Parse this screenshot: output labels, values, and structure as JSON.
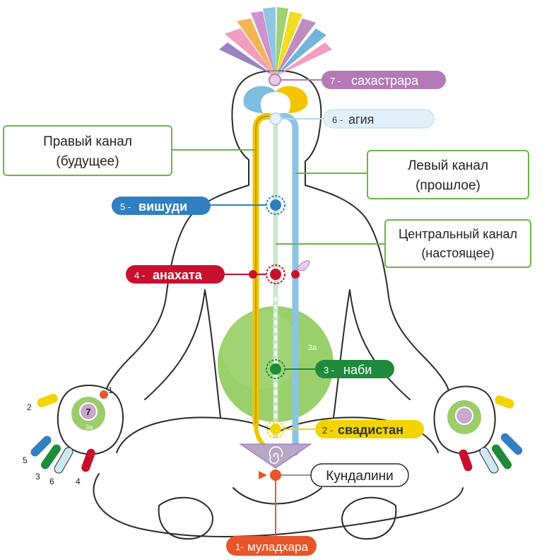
{
  "colors": {
    "right_channel": "#f2c500",
    "left_channel": "#8bc4e6",
    "central_channel": "#c9e7cc",
    "box_border": "#6bb646",
    "sahasrara": "#b479b6",
    "agnya": "#bfe0f0",
    "vishuddhi": "#2f7fc2",
    "anahata": "#c8102e",
    "nabhi": "#1f8a3b",
    "nabhi_sphere": "#8fcb5c",
    "swadhisthan": "#f2d500",
    "mooladhara": "#e8552a",
    "kundalini_triangle": "#b7a6c7"
  },
  "chakras": {
    "sahasrara": {
      "num": "7 -",
      "name": "сахастрара"
    },
    "agnya": {
      "num": "6 -",
      "name": "агия"
    },
    "vishuddhi": {
      "num": "5 -",
      "name": "вишуди"
    },
    "anahata": {
      "num": "4 -",
      "name": "анахата"
    },
    "nabhi": {
      "num": "3 -",
      "name": "наби"
    },
    "swadhisthan": {
      "num": "2 -",
      "name": "свадистан"
    },
    "mooladhara": {
      "num": "1-",
      "name": "муладхара"
    }
  },
  "channels": {
    "right": {
      "line1": "Правый канал",
      "line2": "(будущее)"
    },
    "left": {
      "line1": "Левый канал",
      "line2": "(прошлое)"
    },
    "central": {
      "line1": "Центральный канал",
      "line2": "(настоящее)"
    }
  },
  "kundalini": "Кундалини",
  "void_label": "3а",
  "left_hand": {
    "center_number": "7",
    "sub_label": "3а",
    "finger_numbers": [
      "1",
      "2",
      "5",
      "3",
      "6",
      "4"
    ]
  }
}
